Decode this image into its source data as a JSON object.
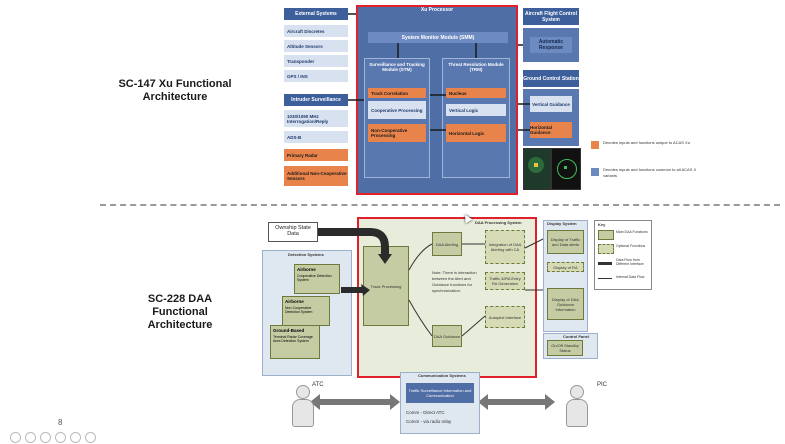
{
  "xu": {
    "title_line1": "SC-147 Xu Functional",
    "title_line2": "Architecture",
    "external_systems": "External Systems",
    "xu_processor": "Xu Processor",
    "inputs": [
      "Aircraft Discretes",
      "Altitude Sensors",
      "Transponder",
      "GPS / INS"
    ],
    "intruder_surveillance": "Intruder Surveillance",
    "intruder_items": [
      "1030/1090 MHz Interrogation/Reply",
      "ADS-B"
    ],
    "orange_inputs": [
      "Primary Radar",
      "Additional Non-Cooperative Sensors"
    ],
    "smm": "System Monitor Module (SMM)",
    "stm": "Surveillance and Tracking Module (STM)",
    "stm_items": [
      "Track Correlation",
      "Cooperative Processing",
      "Non-Cooperative Processing"
    ],
    "trm": "Threat Resolution Module (TRM)",
    "trm_items": [
      "Nucleus",
      "Vertical Logic",
      "Horizontal Logic"
    ],
    "aircraft_flight_control": "Aircraft Flight Control System",
    "automatic_response": "Automatic Response",
    "ground_control": "Ground Control Station",
    "vertical_guidance": "Vertical Guidance",
    "horizontal_guidance": "Horizontal Guidance",
    "legend_unique": "Denotes inputs and functions unique to ACAS Xu",
    "legend_common": "Denotes inputs and functions common to all ACAS X variants"
  },
  "daa": {
    "title_line1": "SC-228 DAA",
    "title_line2": "Functional",
    "title_line3": "Architecture",
    "ownship": "Ownship State Data",
    "detection_systems": "Detection Systems",
    "airborne1": "Airborne",
    "airborne1_sub": "Cooperative Detection System",
    "airborne2": "Airborne",
    "airborne2_sub": "Non-Cooperative Detection System",
    "ground_based": "Ground-Based",
    "ground_sub": "Terminal Radar Coverage Area Detection System",
    "processing_system": "DAA Processing System",
    "track_processing": "Track Processing",
    "daa_alerting": "DAA Alerting",
    "integration": "Integration of DAA Alerting with CA",
    "note": "Note: There is interaction between the Alert and Guidance functions for synchronization.",
    "ra_generation": "Traffic &/RA Entry RA Generation",
    "daa_guidance": "DAA Guidance",
    "autopilot": "Autopilot Interface",
    "display_system": "Display System",
    "display_items": [
      "Display of Traffic and Data alerts",
      "Display of DAA Guidance Information"
    ],
    "display_of_ra": "Display of RA",
    "key": "Key",
    "key_items": [
      "Main DAA Functions",
      "Optional Functions",
      "Data Flow from Different Interface",
      "Internal Data Flow"
    ],
    "control_panel": "Control Panel",
    "control_item": "On/Off Standby Status",
    "comm_systems": "Communication Systems",
    "comm_item": "Traffic Surveillance Information and Communication",
    "comm_line1": "Comm - Direct ATC",
    "comm_line2": "Comm - via radio relay",
    "atc": "ATC",
    "pic": "PIC"
  },
  "slide": {
    "page_number": "8"
  },
  "colors": {
    "highlight": "#e0202a",
    "blue": "#3d5f9c",
    "orange": "#e8834b"
  }
}
